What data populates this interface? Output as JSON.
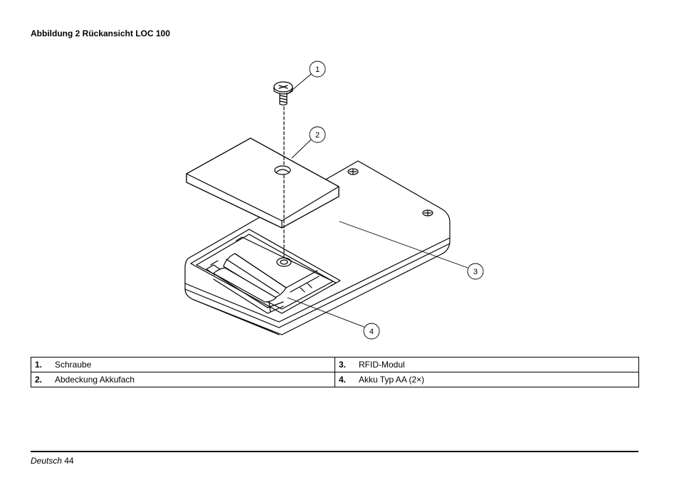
{
  "figure": {
    "title": "Abbildung 2 Rückansicht LOC 100",
    "callouts": [
      "1",
      "2",
      "3",
      "4"
    ]
  },
  "legend": [
    [
      {
        "num": "1.",
        "label": "Schraube"
      },
      {
        "num": "3.",
        "label": "RFID-Modul"
      }
    ],
    [
      {
        "num": "2.",
        "label": "Abdeckung Akkufach"
      },
      {
        "num": "4.",
        "label": "Akku Typ AA (2×)"
      }
    ]
  ],
  "footer": {
    "language": "Deutsch",
    "page": "44"
  }
}
